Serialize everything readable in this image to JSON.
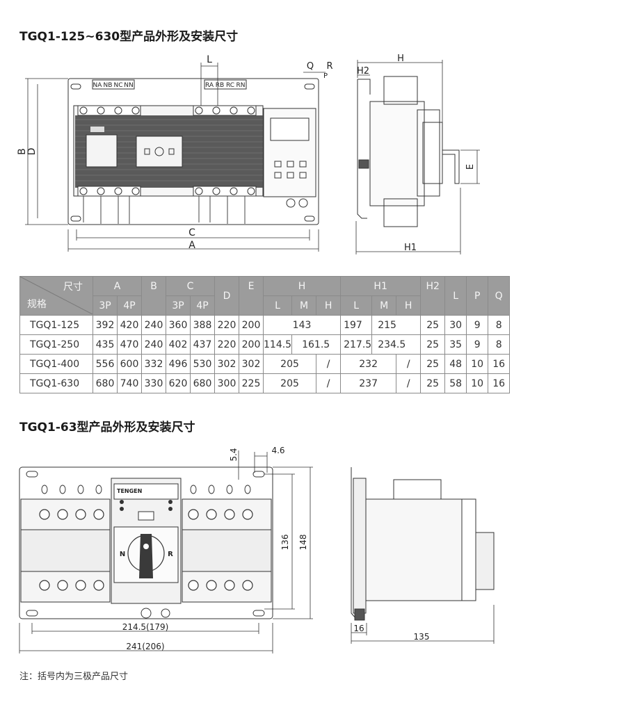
{
  "section1": {
    "title": "TGQ1-125~630型产品外形及安装尺寸"
  },
  "section2": {
    "title": "TGQ1-63型产品外形及安装尺寸"
  },
  "note": "注：括号内为三极产品尺寸",
  "diagram1": {
    "front": {
      "dims": {
        "L": "L",
        "B": "B",
        "D": "D",
        "C": "C",
        "A": "A"
      },
      "terminals_left": [
        "NA",
        "NB",
        "NC",
        "NN"
      ],
      "terminals_right": [
        "RA",
        "RB",
        "RC",
        "RN"
      ]
    },
    "side": {
      "dims": {
        "Q": "Q",
        "R": "R",
        "P": "P",
        "H": "H",
        "H2": "H2",
        "E": "E",
        "H1": "H1"
      }
    }
  },
  "table": {
    "corner_top": "尺寸",
    "corner_bottom": "规格",
    "groups": {
      "A": "A",
      "B": "B",
      "C": "C",
      "D": "D",
      "E": "E",
      "H": "H",
      "H1": "H1",
      "H2": "H2",
      "L": "L",
      "P": "P",
      "Q": "Q"
    },
    "sub": {
      "A3": "3P",
      "A4": "4P",
      "C3": "3P",
      "C4": "4P",
      "HL": "L",
      "HM": "M",
      "HH": "H",
      "H1L": "L",
      "H1M": "M",
      "H1H": "H"
    },
    "rows": [
      {
        "model": "TGQ1-125",
        "A3": "392",
        "A4": "420",
        "B": "240",
        "C3": "360",
        "C4": "388",
        "D": "220",
        "E": "200",
        "H_a": "143",
        "H1_a": "197",
        "H1_b": "215",
        "H2": "25",
        "L": "30",
        "P": "9",
        "Q": "8"
      },
      {
        "model": "TGQ1-250",
        "A3": "435",
        "A4": "470",
        "B": "240",
        "C3": "402",
        "C4": "437",
        "D": "220",
        "E": "200",
        "H_a": "114.5",
        "H_b": "161.5",
        "H1_a": "217.5",
        "H1_b": "234.5",
        "H2": "25",
        "L": "35",
        "P": "9",
        "Q": "8"
      },
      {
        "model": "TGQ1-400",
        "A3": "556",
        "A4": "600",
        "B": "332",
        "C3": "496",
        "C4": "530",
        "D": "302",
        "E": "302",
        "H_a": "205",
        "H_b": "/",
        "H1_a": "232",
        "H1_b": "/",
        "H2": "25",
        "L": "48",
        "P": "10",
        "Q": "16"
      },
      {
        "model": "TGQ1-630",
        "A3": "680",
        "A4": "740",
        "B": "330",
        "C3": "620",
        "C4": "680",
        "D": "300",
        "E": "225",
        "H_a": "205",
        "H_b": "/",
        "H1_a": "237",
        "H1_b": "/",
        "H2": "25",
        "L": "58",
        "P": "10",
        "Q": "16"
      }
    ]
  },
  "diagram2": {
    "brand": "TENGEN",
    "switch_left": "N",
    "switch_right": "R",
    "dims": {
      "d54": "5.4",
      "d46": "4.6",
      "d136": "136",
      "d148": "148",
      "d214": "214.5(179)",
      "d241": "241(206)",
      "d16": "16",
      "d135": "135"
    }
  },
  "colors": {
    "header_bg": "#9c9c9c",
    "line": "#333333",
    "body_dark": "#4a4a4a"
  }
}
